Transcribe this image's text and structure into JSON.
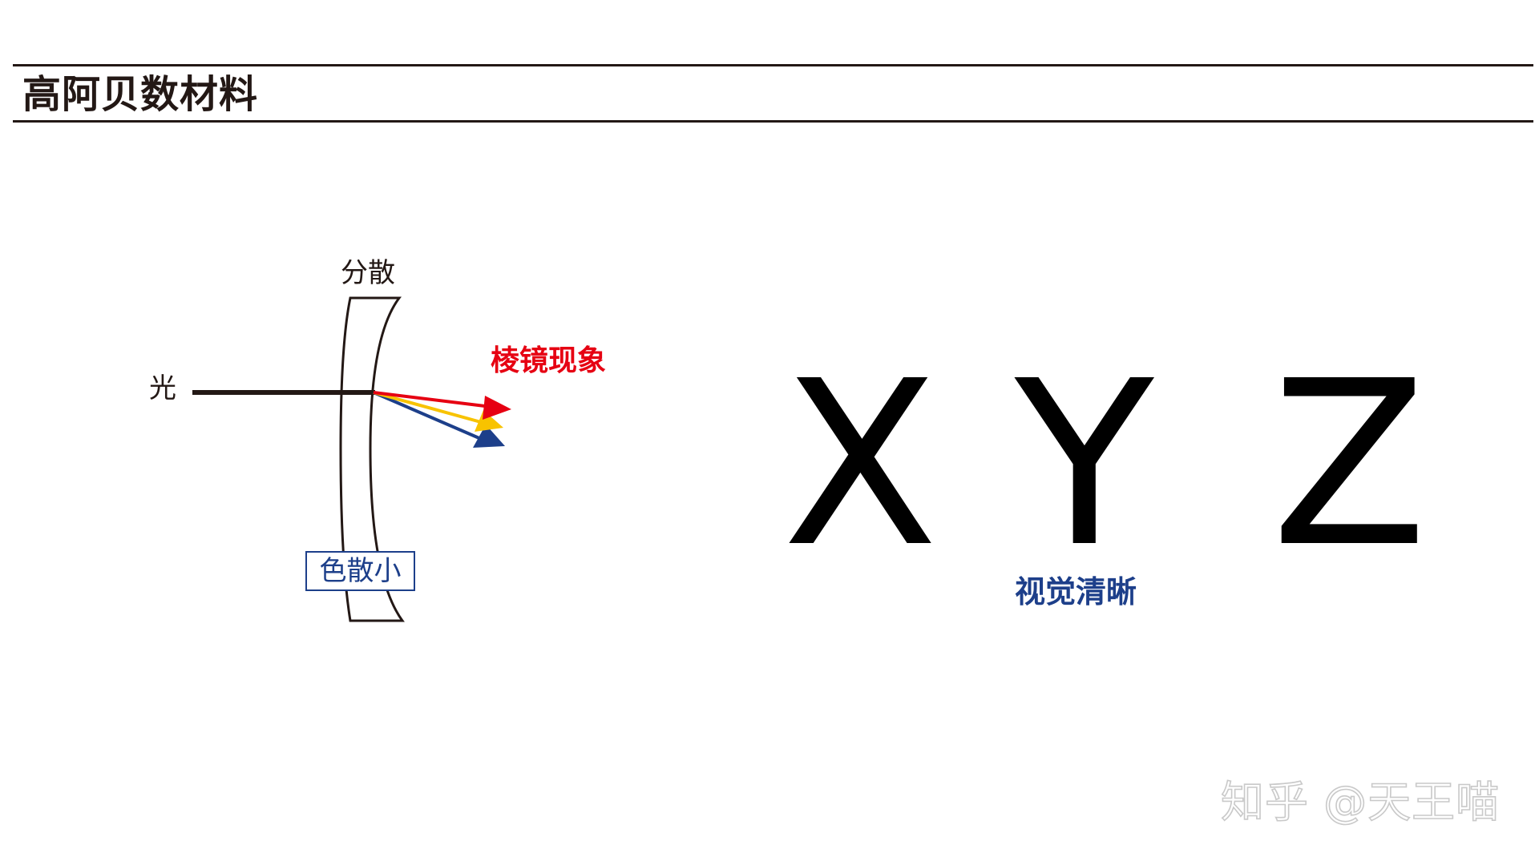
{
  "header": {
    "title": "高阿贝数材料"
  },
  "diagram": {
    "light_label": "光",
    "dispersion_label": "分散",
    "prism_label": "棱镜现象",
    "low_dispersion_label": "色散小",
    "colors": {
      "ray_red": "#e60012",
      "ray_yellow": "#f8c300",
      "ray_blue": "#1d3f8a",
      "incoming_beam": "#231815",
      "lens_outline": "#231815"
    }
  },
  "demo": {
    "letters": [
      "X",
      "Y",
      "Z"
    ],
    "caption": "视觉清晰"
  },
  "watermark": {
    "text": "知乎 @天王喵"
  }
}
